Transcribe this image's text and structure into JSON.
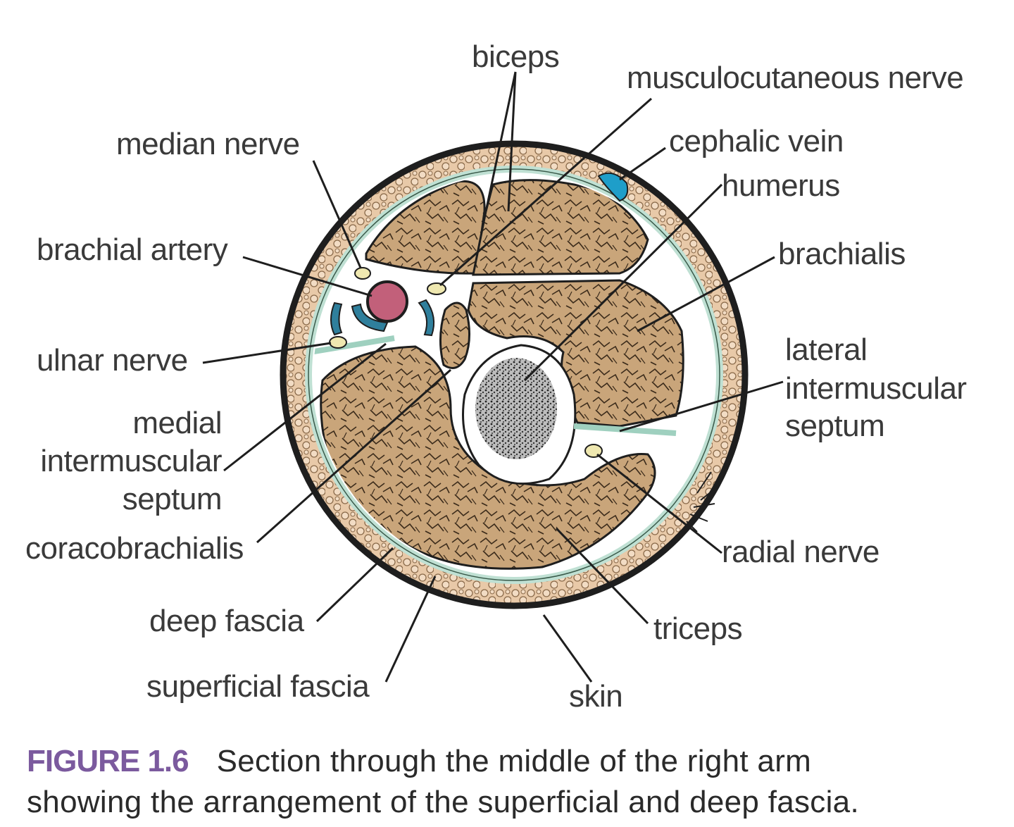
{
  "labels": {
    "biceps": "biceps",
    "musculocutaneous_nerve": "musculocutaneous nerve",
    "median_nerve": "median nerve",
    "cephalic_vein": "cephalic vein",
    "humerus": "humerus",
    "brachial_artery": "brachial artery",
    "brachialis": "brachialis",
    "ulnar_nerve": "ulnar nerve",
    "lateral_intermuscular_septum": [
      "lateral",
      "intermuscular",
      "septum"
    ],
    "medial_intermuscular_septum": [
      "medial",
      "intermuscular",
      "septum"
    ],
    "coracobrachialis": "coracobrachialis",
    "radial_nerve": "radial nerve",
    "deep_fascia": "deep fascia",
    "triceps": "triceps",
    "superficial_fascia": "superficial fascia",
    "skin": "skin"
  },
  "caption": {
    "figure_number": "FIGURE 1.6",
    "line1": "Section through the middle of the right arm",
    "line2": "showing the arrangement of the superficial and deep fascia."
  },
  "colors": {
    "muscle": "#c9a57a",
    "fat": "#e8c9a8",
    "fascia": "#bfe0d3",
    "artery": "#c2607a",
    "vein": "#2f7f9c",
    "cephalic_vein": "#1e9ec9",
    "nerve": "#efe8b0",
    "outline": "#1e1e1e",
    "caption_accent": "#7b5a9e"
  }
}
